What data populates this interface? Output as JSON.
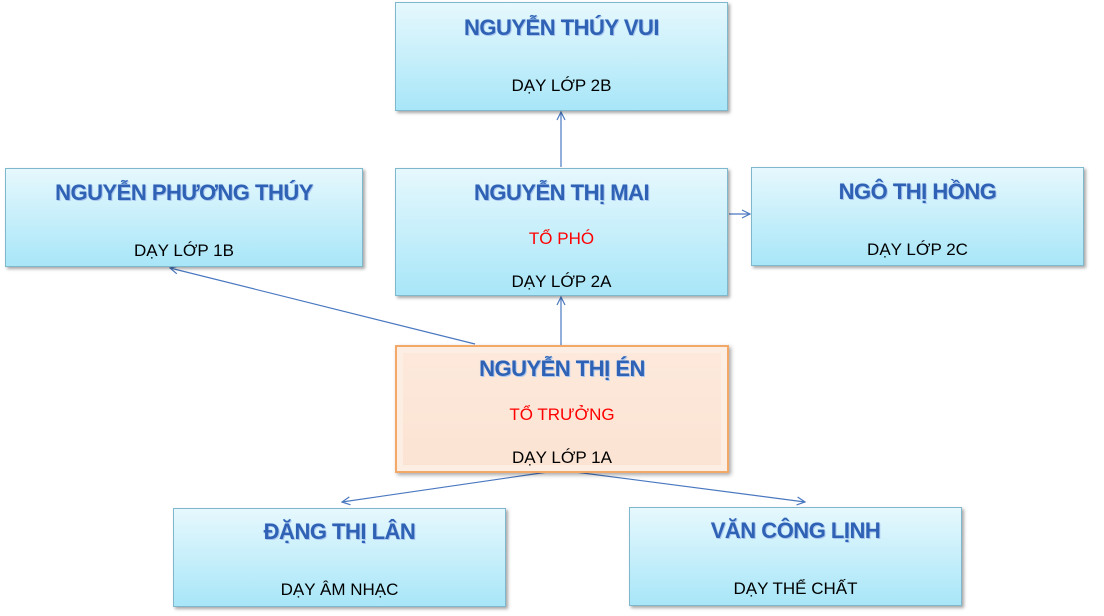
{
  "nodes": {
    "vui": {
      "name": "NGUYỄN THÚY VUI",
      "class": "DẠY LỚP 2B"
    },
    "phuong": {
      "name": "NGUYỄN PHƯƠNG THÚY",
      "class": "DẠY LỚP 1B"
    },
    "mai": {
      "name": "NGUYỄN THỊ MAI",
      "role": "TỔ PHÓ",
      "class": "DẠY LỚP 2A"
    },
    "hong": {
      "name": "NGÔ THỊ HỒNG",
      "class": "DẠY LỚP 2C"
    },
    "en": {
      "name": "NGUYỄN THỊ ÉN",
      "role": "TỔ TRƯỞNG",
      "class": "DẠY LỚP 1A"
    },
    "lan": {
      "name": "ĐẶNG THỊ LÂN",
      "class": "DẠY ÂM NHẠC"
    },
    "linh": {
      "name": "VĂN CÔNG LỊNH",
      "class": "DẠY THỂ CHẤT"
    }
  },
  "colors": {
    "name": "#2f62b4",
    "role": "#ff0000",
    "connector": "#4a78c0"
  }
}
